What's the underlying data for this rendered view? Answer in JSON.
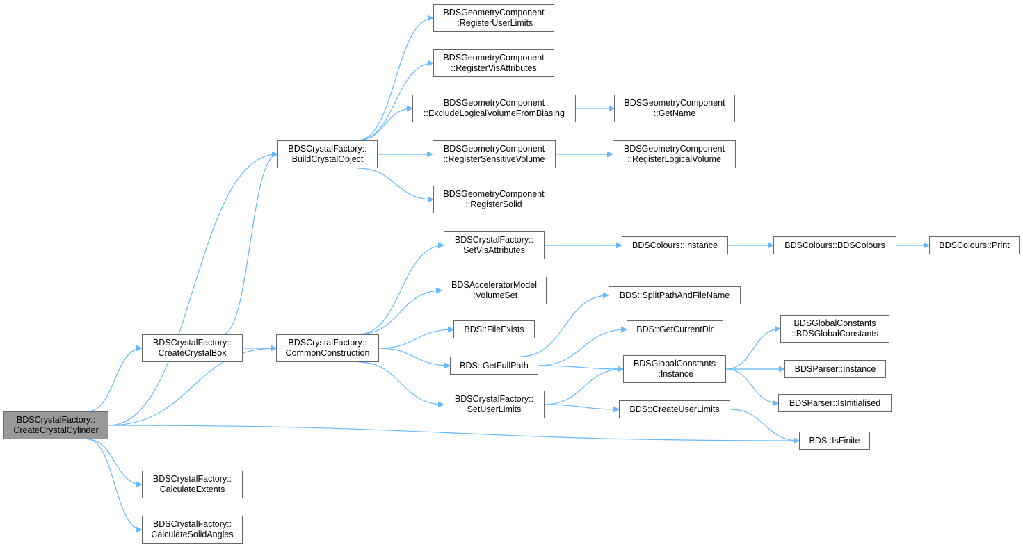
{
  "colors": {
    "edge": "#63b8ff",
    "node_border": "#666666",
    "root_fill": "#999999",
    "node_fill": "#ffffff"
  },
  "nodes": {
    "create_crystal_cylinder": {
      "lines": [
        "BDSCrystalFactory::",
        "CreateCrystalCylinder"
      ]
    },
    "build_crystal_object": {
      "lines": [
        "BDSCrystalFactory::",
        "BuildCrystalObject"
      ]
    },
    "create_crystal_box": {
      "lines": [
        "BDSCrystalFactory::",
        "CreateCrystalBox"
      ]
    },
    "common_construction": {
      "lines": [
        "BDSCrystalFactory::",
        "CommonConstruction"
      ]
    },
    "calculate_extents": {
      "lines": [
        "BDSCrystalFactory::",
        "CalculateExtents"
      ]
    },
    "calculate_solid_angles": {
      "lines": [
        "BDSCrystalFactory::",
        "CalculateSolidAngles"
      ]
    },
    "register_user_limits": {
      "lines": [
        "BDSGeometryComponent",
        "::RegisterUserLimits"
      ]
    },
    "register_vis_attributes": {
      "lines": [
        "BDSGeometryComponent",
        "::RegisterVisAttributes"
      ]
    },
    "exclude_logical_volume": {
      "lines": [
        "BDSGeometryComponent",
        "::ExcludeLogicalVolumeFromBiasing"
      ]
    },
    "register_sensitive_volume": {
      "lines": [
        "BDSGeometryComponent",
        "::RegisterSensitiveVolume"
      ]
    },
    "register_solid": {
      "lines": [
        "BDSGeometryComponent",
        "::RegisterSolid"
      ]
    },
    "get_name": {
      "lines": [
        "BDSGeometryComponent",
        "::GetName"
      ]
    },
    "register_logical_volume": {
      "lines": [
        "BDSGeometryComponent",
        "::RegisterLogicalVolume"
      ]
    },
    "set_vis_attributes": {
      "lines": [
        "BDSCrystalFactory::",
        "SetVisAttributes"
      ]
    },
    "volume_set": {
      "lines": [
        "BDSAcceleratorModel",
        "::VolumeSet"
      ]
    },
    "file_exists": {
      "lines": [
        "BDS::FileExists"
      ]
    },
    "get_full_path": {
      "lines": [
        "BDS::GetFullPath"
      ]
    },
    "set_user_limits": {
      "lines": [
        "BDSCrystalFactory::",
        "SetUserLimits"
      ]
    },
    "colours_instance": {
      "lines": [
        "BDSColours::Instance"
      ]
    },
    "colours_ctor": {
      "lines": [
        "BDSColours::BDSColours"
      ]
    },
    "colours_print": {
      "lines": [
        "BDSColours::Print"
      ]
    },
    "split_path": {
      "lines": [
        "BDS::SplitPathAndFileName"
      ]
    },
    "get_current_dir": {
      "lines": [
        "BDS::GetCurrentDir"
      ]
    },
    "global_constants_instance": {
      "lines": [
        "BDSGlobalConstants",
        "::Instance"
      ]
    },
    "create_user_limits": {
      "lines": [
        "BDS::CreateUserLimits"
      ]
    },
    "global_constants_ctor": {
      "lines": [
        "BDSGlobalConstants",
        "::BDSGlobalConstants"
      ]
    },
    "parser_instance": {
      "lines": [
        "BDSParser::Instance"
      ]
    },
    "parser_is_initialised": {
      "lines": [
        "BDSParser::IsInitialised"
      ]
    },
    "is_finite": {
      "lines": [
        "BDS::IsFinite"
      ]
    }
  },
  "edges": [
    [
      "create_crystal_cylinder",
      "build_crystal_object"
    ],
    [
      "create_crystal_cylinder",
      "create_crystal_box"
    ],
    [
      "create_crystal_cylinder",
      "common_construction"
    ],
    [
      "create_crystal_cylinder",
      "is_finite"
    ],
    [
      "create_crystal_cylinder",
      "calculate_extents"
    ],
    [
      "create_crystal_cylinder",
      "calculate_solid_angles"
    ],
    [
      "create_crystal_box",
      "build_crystal_object"
    ],
    [
      "create_crystal_box",
      "common_construction"
    ],
    [
      "build_crystal_object",
      "register_user_limits"
    ],
    [
      "build_crystal_object",
      "register_vis_attributes"
    ],
    [
      "build_crystal_object",
      "exclude_logical_volume"
    ],
    [
      "build_crystal_object",
      "register_sensitive_volume"
    ],
    [
      "build_crystal_object",
      "register_solid"
    ],
    [
      "exclude_logical_volume",
      "get_name"
    ],
    [
      "register_sensitive_volume",
      "register_logical_volume"
    ],
    [
      "common_construction",
      "set_vis_attributes"
    ],
    [
      "common_construction",
      "volume_set"
    ],
    [
      "common_construction",
      "file_exists"
    ],
    [
      "common_construction",
      "get_full_path"
    ],
    [
      "common_construction",
      "set_user_limits"
    ],
    [
      "set_vis_attributes",
      "colours_instance"
    ],
    [
      "colours_instance",
      "colours_ctor"
    ],
    [
      "colours_ctor",
      "colours_print"
    ],
    [
      "get_full_path",
      "split_path"
    ],
    [
      "get_full_path",
      "get_current_dir"
    ],
    [
      "get_full_path",
      "global_constants_instance"
    ],
    [
      "set_user_limits",
      "global_constants_instance"
    ],
    [
      "set_user_limits",
      "create_user_limits"
    ],
    [
      "global_constants_instance",
      "global_constants_ctor"
    ],
    [
      "global_constants_instance",
      "parser_instance"
    ],
    [
      "global_constants_instance",
      "parser_is_initialised"
    ],
    [
      "create_user_limits",
      "is_finite"
    ]
  ]
}
